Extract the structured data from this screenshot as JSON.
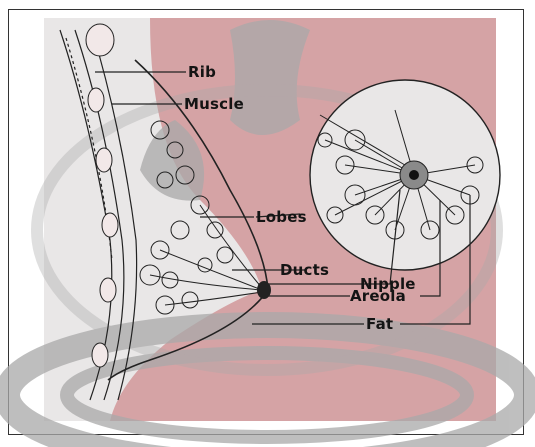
{
  "labels": {
    "rib": "Rib",
    "muscle": "Muscle",
    "lobes": "Lobes",
    "ducts": "Ducts",
    "nipple": "Nipple",
    "areola": "Areola",
    "fat": "Fat"
  },
  "colors": {
    "tissue": "#d4a4a4",
    "watermark": "#a7a7a7",
    "line": "#222222",
    "panel": "#e6e6e6"
  }
}
